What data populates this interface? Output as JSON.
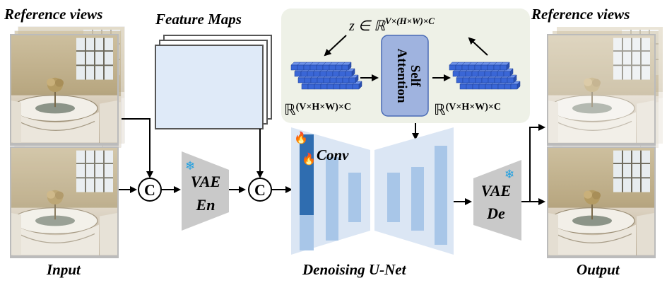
{
  "labels": {
    "reference_views_left": "Reference views",
    "input": "Input",
    "feature_maps": "Feature Maps",
    "vae_en_line1": "VAE",
    "vae_en_line2": "En",
    "concat_symbol": "C",
    "conv": "Conv",
    "denoising_unet": "Denoising U-Net",
    "self_attention_line1": "Self",
    "self_attention_line2": "Attention",
    "z_formula": "z ∈ ℝ",
    "z_formula_sup": "V×(H×W)×C",
    "r_formula": "ℝ",
    "r_formula_sup_left": "(V×H×W)×C",
    "r_formula_sup_right": "(V×H×W)×C",
    "vae_de_line1": "VAE",
    "vae_de_line2": "De",
    "reference_views_right": "Reference views",
    "output": "Output"
  },
  "icons": {
    "trainable": "flame-icon",
    "frozen": "snowflake-icon"
  },
  "colors": {
    "unet_fill": "#dbe6f4",
    "unet_bar": "#a8c6e8",
    "conv_bar": "#2f6db0",
    "attention_panel": "#eef1e7",
    "self_attention_box": "#9fb3df",
    "token_cube": "#3a66d6",
    "vae_fill": "#c8c8c8",
    "flame": "#e8231d",
    "snowflake": "#1e9fe0"
  }
}
